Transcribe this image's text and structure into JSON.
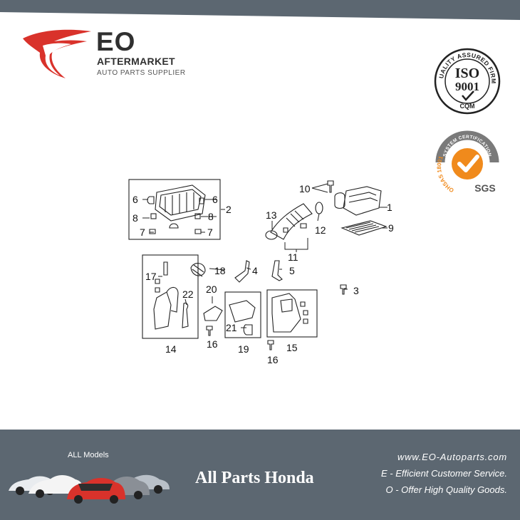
{
  "brand": {
    "name": "EO",
    "tagline": "AFTERMARKET",
    "subtitle": "AUTO PARTS SUPPLIER"
  },
  "badges": {
    "iso_ring": "QUALITY ASSURED FIRM",
    "iso_main": "ISO",
    "iso_number": "9001",
    "iso_mark": "CQM",
    "sgs_ring": "SYSTEM CERTIFICATION",
    "sgs_standard": "OHSAS 18001",
    "sgs_name": "SGS"
  },
  "diagram": {
    "callouts": [
      "1",
      "2",
      "3",
      "4",
      "5",
      "6",
      "6",
      "7",
      "7",
      "8",
      "8",
      "9",
      "10",
      "11",
      "12",
      "13",
      "14",
      "15",
      "16",
      "16",
      "17",
      "18",
      "19",
      "20",
      "21",
      "22"
    ]
  },
  "footer": {
    "all_models": "ALL Models",
    "headline": "All Parts Honda",
    "url": "www.EO-Autoparts.com",
    "line1": "E - Efficient Customer Service.",
    "line2": "O - Offer High Quality Goods."
  },
  "colors": {
    "brand_red": "#d9322b",
    "footer_bg": "#5c6771",
    "badge_orange": "#f08a1c",
    "topbar": "#5c6771"
  },
  "icons": [
    "eo-wing-logo-icon",
    "iso-9001-seal-icon",
    "sgs-ohsas-seal-icon",
    "car-lineup-icon"
  ]
}
